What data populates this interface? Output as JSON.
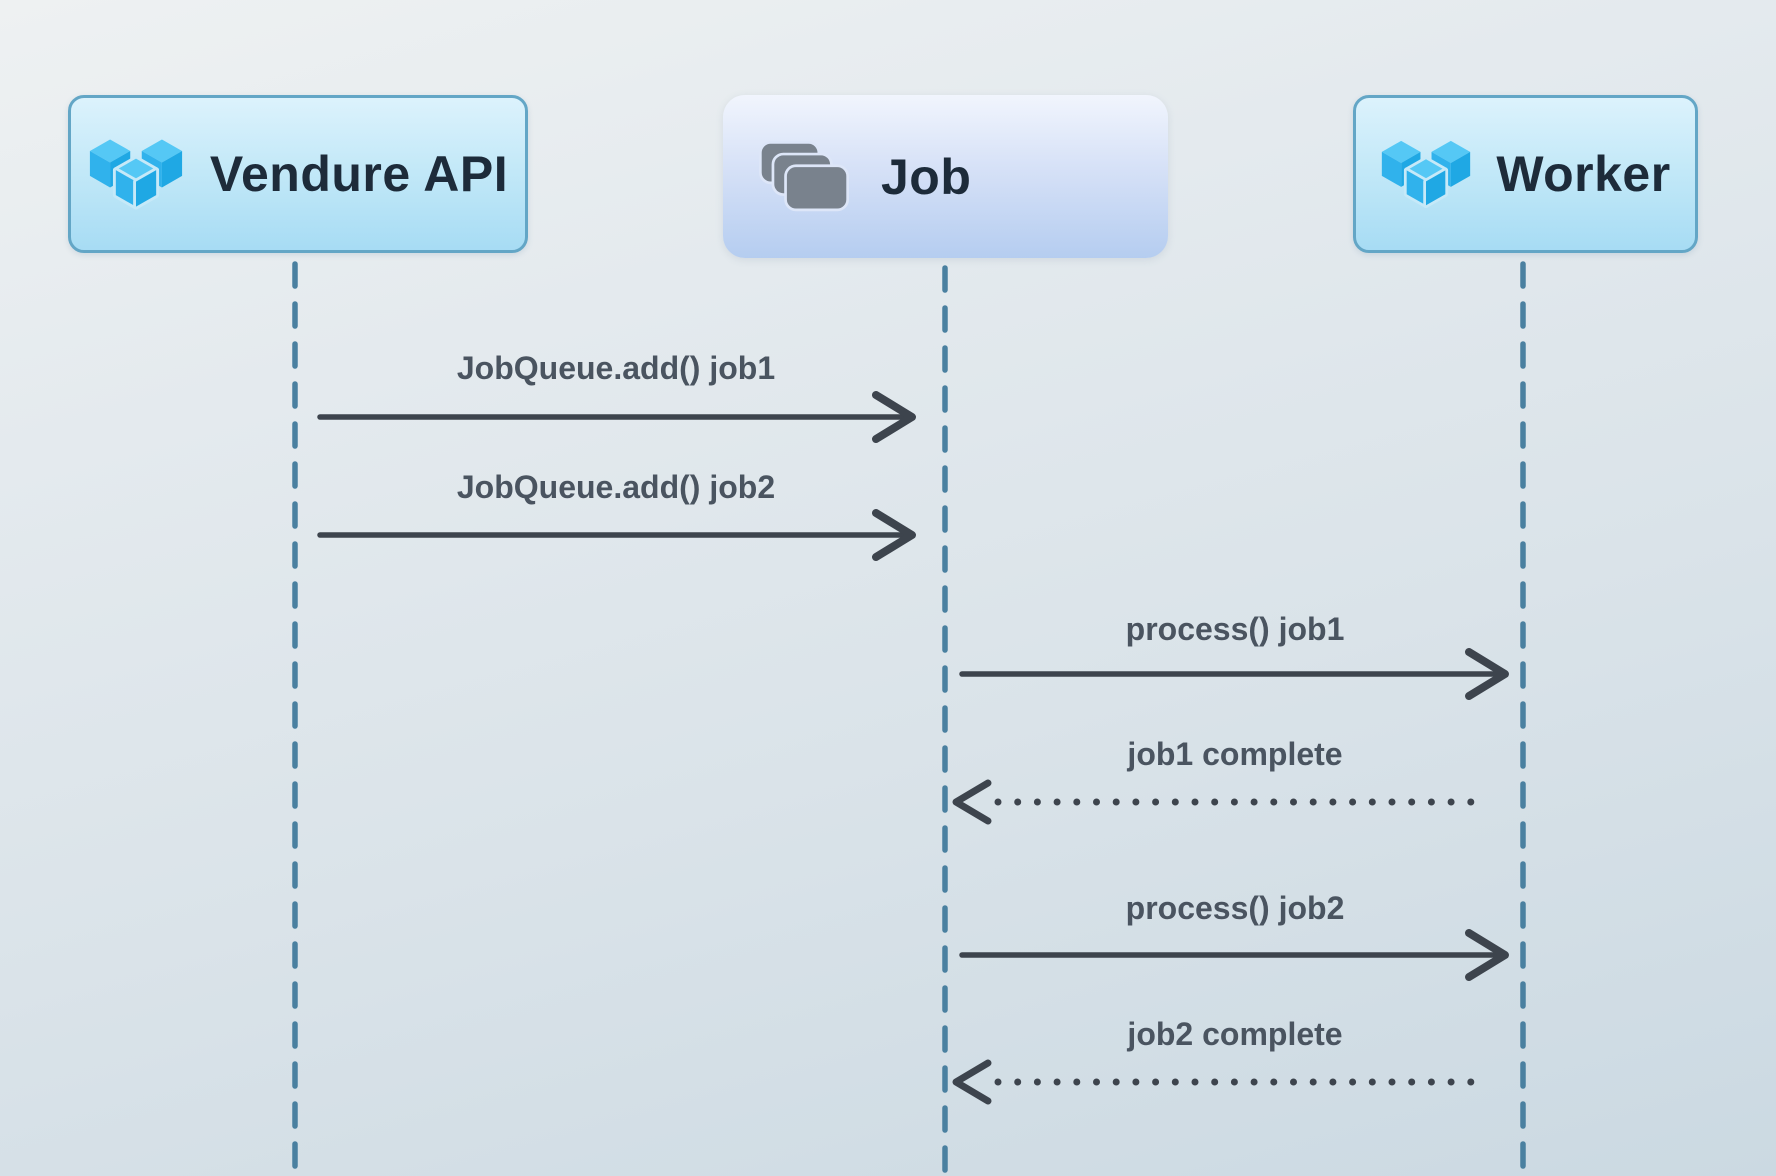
{
  "diagram": {
    "type": "sequence-diagram",
    "participants": [
      {
        "id": "vendure-api",
        "label": "Vendure API",
        "icon": "vendure-cubes-icon"
      },
      {
        "id": "job",
        "label": "Job",
        "icon": "stacked-cards-icon"
      },
      {
        "id": "worker",
        "label": "Worker",
        "icon": "vendure-cubes-icon"
      }
    ],
    "messages": [
      {
        "from": "Vendure API",
        "to": "Job",
        "label": "JobQueue.add() job1",
        "line": "solid",
        "direction": "right"
      },
      {
        "from": "Vendure API",
        "to": "Job",
        "label": "JobQueue.add() job2",
        "line": "solid",
        "direction": "right"
      },
      {
        "from": "Job",
        "to": "Worker",
        "label": "process() job1",
        "line": "solid",
        "direction": "right"
      },
      {
        "from": "Worker",
        "to": "Job",
        "label": "job1 complete",
        "line": "dotted",
        "direction": "left"
      },
      {
        "from": "Job",
        "to": "Worker",
        "label": "process() job2",
        "line": "solid",
        "direction": "right"
      },
      {
        "from": "Worker",
        "to": "Job",
        "label": "job2 complete",
        "line": "dotted",
        "direction": "left"
      }
    ],
    "colors": {
      "background_top": "#eef1f2",
      "background_bottom": "#cbd9e2",
      "actor_cyan_top": "#dcf2fc",
      "actor_cyan_bottom": "#a7dcf4",
      "actor_cyan_border": "#63a6c6",
      "actor_blue_top": "#f1f5fd",
      "actor_blue_bottom": "#b5cdf0",
      "actor_text": "#1d2b3a",
      "lifeline": "#4a80a0",
      "arrow": "#3d444d",
      "message_text": "#4a5460",
      "logo_cube_top": "#55c8f5",
      "logo_cube_left": "#30b2ec",
      "logo_cube_right": "#1fa8e4",
      "cards_icon_fill": "#79828d"
    }
  }
}
